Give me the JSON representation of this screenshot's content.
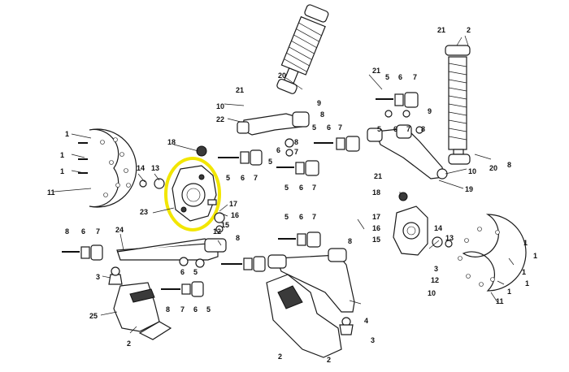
{
  "highlight": {
    "color": "#f2e600",
    "target_part": "23"
  },
  "callouts": [
    {
      "id": "c1a",
      "label": "1"
    },
    {
      "id": "c1b",
      "label": "1"
    },
    {
      "id": "c1c",
      "label": "1"
    },
    {
      "id": "c11l",
      "label": "11"
    },
    {
      "id": "c14l",
      "label": "14"
    },
    {
      "id": "c13l",
      "label": "13"
    },
    {
      "id": "c18l",
      "label": "18"
    },
    {
      "id": "c5a",
      "label": "5"
    },
    {
      "id": "c6a",
      "label": "6"
    },
    {
      "id": "c7a",
      "label": "7"
    },
    {
      "id": "c17l",
      "label": "17"
    },
    {
      "id": "c16l",
      "label": "16"
    },
    {
      "id": "c15l",
      "label": "15"
    },
    {
      "id": "c23",
      "label": "23"
    },
    {
      "id": "c12l",
      "label": "12"
    },
    {
      "id": "c8a",
      "label": "8"
    },
    {
      "id": "c24",
      "label": "24"
    },
    {
      "id": "c7b",
      "label": "7"
    },
    {
      "id": "c6b",
      "label": "6"
    },
    {
      "id": "c8b",
      "label": "8"
    },
    {
      "id": "c3l",
      "label": "3"
    },
    {
      "id": "c6c",
      "label": "6"
    },
    {
      "id": "c5b",
      "label": "5"
    },
    {
      "id": "c25",
      "label": "25"
    },
    {
      "id": "c8c",
      "label": "8"
    },
    {
      "id": "c7c",
      "label": "7"
    },
    {
      "id": "c6d",
      "label": "6"
    },
    {
      "id": "c5c",
      "label": "5"
    },
    {
      "id": "c2a",
      "label": "2"
    },
    {
      "id": "c2b",
      "label": "2"
    },
    {
      "id": "c20l",
      "label": "20"
    },
    {
      "id": "c21l",
      "label": "21"
    },
    {
      "id": "c10l",
      "label": "10"
    },
    {
      "id": "c22",
      "label": "22"
    },
    {
      "id": "c9a",
      "label": "9"
    },
    {
      "id": "c8d",
      "label": "8"
    },
    {
      "id": "c5d",
      "label": "5"
    },
    {
      "id": "c6e",
      "label": "6"
    },
    {
      "id": "c7d",
      "label": "7"
    },
    {
      "id": "c8e",
      "label": "8"
    },
    {
      "id": "c7e",
      "label": "7"
    },
    {
      "id": "c6f",
      "label": "6"
    },
    {
      "id": "c5e",
      "label": "5"
    },
    {
      "id": "c5f",
      "label": "5"
    },
    {
      "id": "c6g",
      "label": "6"
    },
    {
      "id": "c7f",
      "label": "7"
    },
    {
      "id": "c5g",
      "label": "5"
    },
    {
      "id": "c6h",
      "label": "6"
    },
    {
      "id": "c7g",
      "label": "7"
    },
    {
      "id": "c8f",
      "label": "8"
    },
    {
      "id": "c4l",
      "label": "4"
    },
    {
      "id": "c3c",
      "label": "3"
    },
    {
      "id": "c2c",
      "label": "2"
    },
    {
      "id": "c21r",
      "label": "21"
    },
    {
      "id": "c5h",
      "label": "5"
    },
    {
      "id": "c6i",
      "label": "6"
    },
    {
      "id": "c7h",
      "label": "7"
    },
    {
      "id": "c9b",
      "label": "9"
    },
    {
      "id": "c8g",
      "label": "8"
    },
    {
      "id": "c7i",
      "label": "7"
    },
    {
      "id": "c6j",
      "label": "6"
    },
    {
      "id": "c5i",
      "label": "5"
    },
    {
      "id": "c21m",
      "label": "21"
    },
    {
      "id": "c10r",
      "label": "10"
    },
    {
      "id": "c19",
      "label": "19"
    },
    {
      "id": "c2d",
      "label": "2"
    },
    {
      "id": "c21t",
      "label": "21"
    },
    {
      "id": "c20r",
      "label": "20"
    },
    {
      "id": "c8h",
      "label": "8"
    },
    {
      "id": "c18r",
      "label": "18"
    },
    {
      "id": "c17r",
      "label": "17"
    },
    {
      "id": "c16r",
      "label": "16"
    },
    {
      "id": "c15r",
      "label": "15"
    },
    {
      "id": "c14r",
      "label": "14"
    },
    {
      "id": "c13r",
      "label": "13"
    },
    {
      "id": "c12r",
      "label": "12"
    },
    {
      "id": "c10b",
      "label": "10"
    },
    {
      "id": "c3r",
      "label": "3"
    },
    {
      "id": "c1d",
      "label": "1"
    },
    {
      "id": "c1e",
      "label": "1"
    },
    {
      "id": "c1f",
      "label": "1"
    },
    {
      "id": "c11r",
      "label": "11"
    },
    {
      "id": "c1g",
      "label": "1"
    },
    {
      "id": "c1h",
      "label": "1"
    }
  ]
}
